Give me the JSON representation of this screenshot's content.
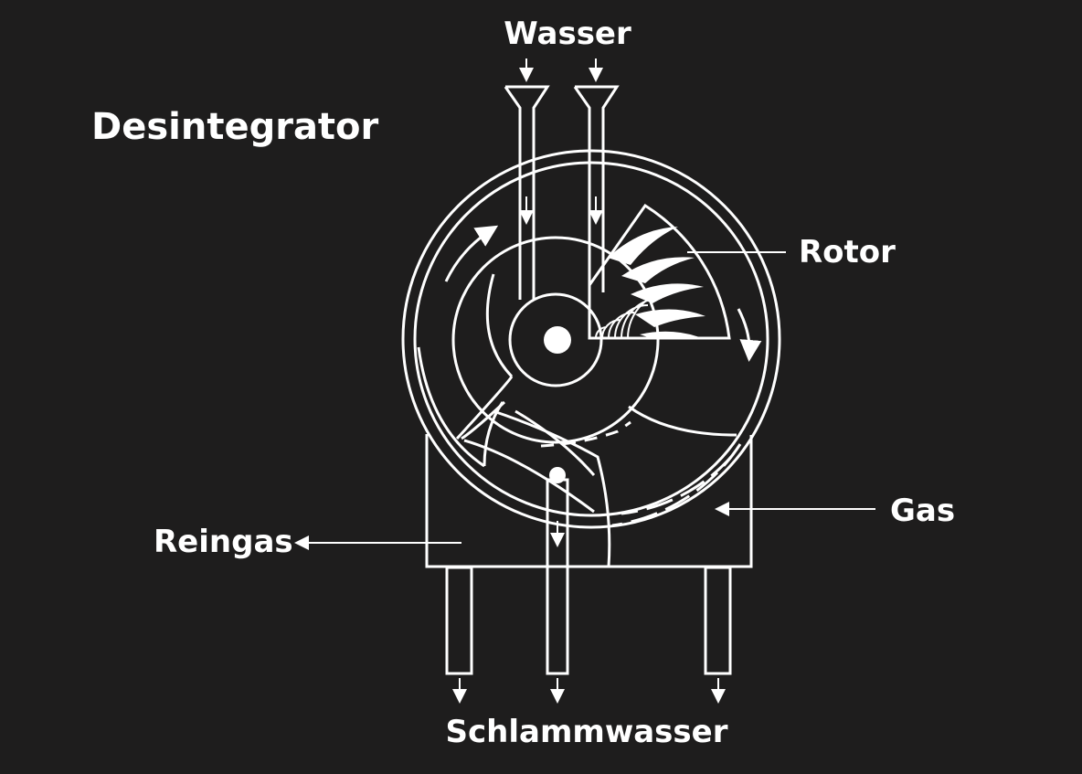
{
  "title": "Desintegrator",
  "labels": {
    "water": "Wasser",
    "rotor": "Rotor",
    "gas": "Gas",
    "clean_gas": "Reingas",
    "sludge_water": "Schlammwasser"
  },
  "colors": {
    "background": "#1e1d1d",
    "foreground": "#ffffff"
  }
}
